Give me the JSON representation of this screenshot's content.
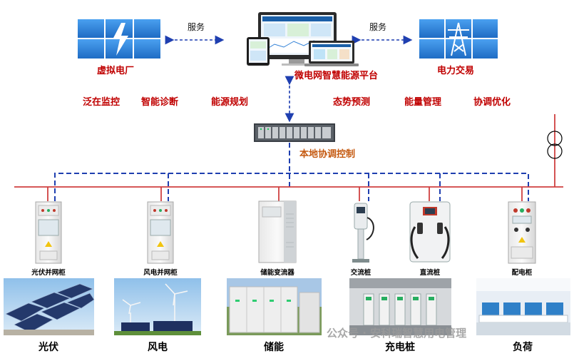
{
  "top": {
    "virtual_plant": "虚拟电厂",
    "platform": "微电网智慧能源平台",
    "power_trading": "电力交易",
    "service_left": "服务",
    "service_right": "服务"
  },
  "functions": [
    "泛在监控",
    "智能诊断",
    "能源规划",
    "态势预测",
    "能量管理",
    "协调优化"
  ],
  "controller": "本地协调控制",
  "equipment": [
    "光伏并网柜",
    "风电并网柜",
    "储能变流器",
    "交流桩",
    "直流桩",
    "配电柜"
  ],
  "categories": [
    "光伏",
    "风电",
    "储能",
    "充电桩",
    "负荷"
  ],
  "watermark": "公众号 · 安科瑞智慧用电管理",
  "colors": {
    "bus_red": "#d04040",
    "comm_blue": "#1f3fb0",
    "title_red": "#c00000",
    "title_orange": "#c55a11",
    "tile_blue": "#2e7fd6"
  }
}
